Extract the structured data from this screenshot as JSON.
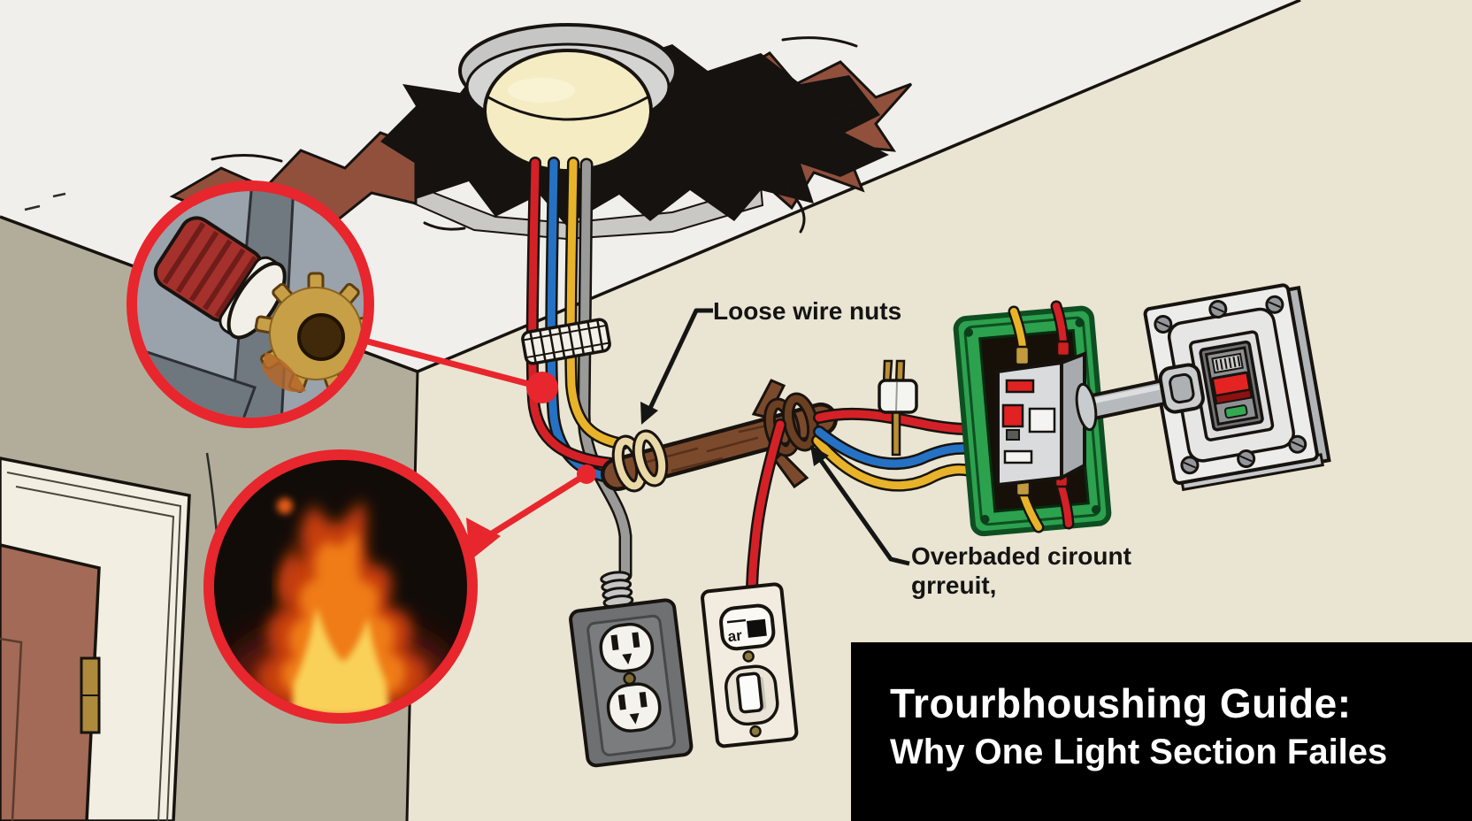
{
  "scene": {
    "annotations": {
      "loose_wire_nuts": "Loose wire nuts",
      "overloaded_circuit_line1": "Overbaded cirount",
      "overloaded_circuit_line2": "grreuit,"
    },
    "switch_plate_label": "ar",
    "title_panel": {
      "line1": "Trourbhoushing Guide:",
      "line2": "Why One Light Section Failes"
    },
    "colors": {
      "wire_red": "#d42127",
      "wire_blue": "#2572c4",
      "wire_yellow": "#e8b32a",
      "wire_gray": "#9a9a98",
      "junction_box_green": "#2ca14e",
      "callout_red": "#e8262d",
      "burn_brown": "#91503c",
      "ceiling": "#f0efec",
      "left_wall": "#b2ad9b",
      "front_wall": "#eae4d2",
      "title_bg": "#000000",
      "title_text": "#ffffff"
    }
  }
}
